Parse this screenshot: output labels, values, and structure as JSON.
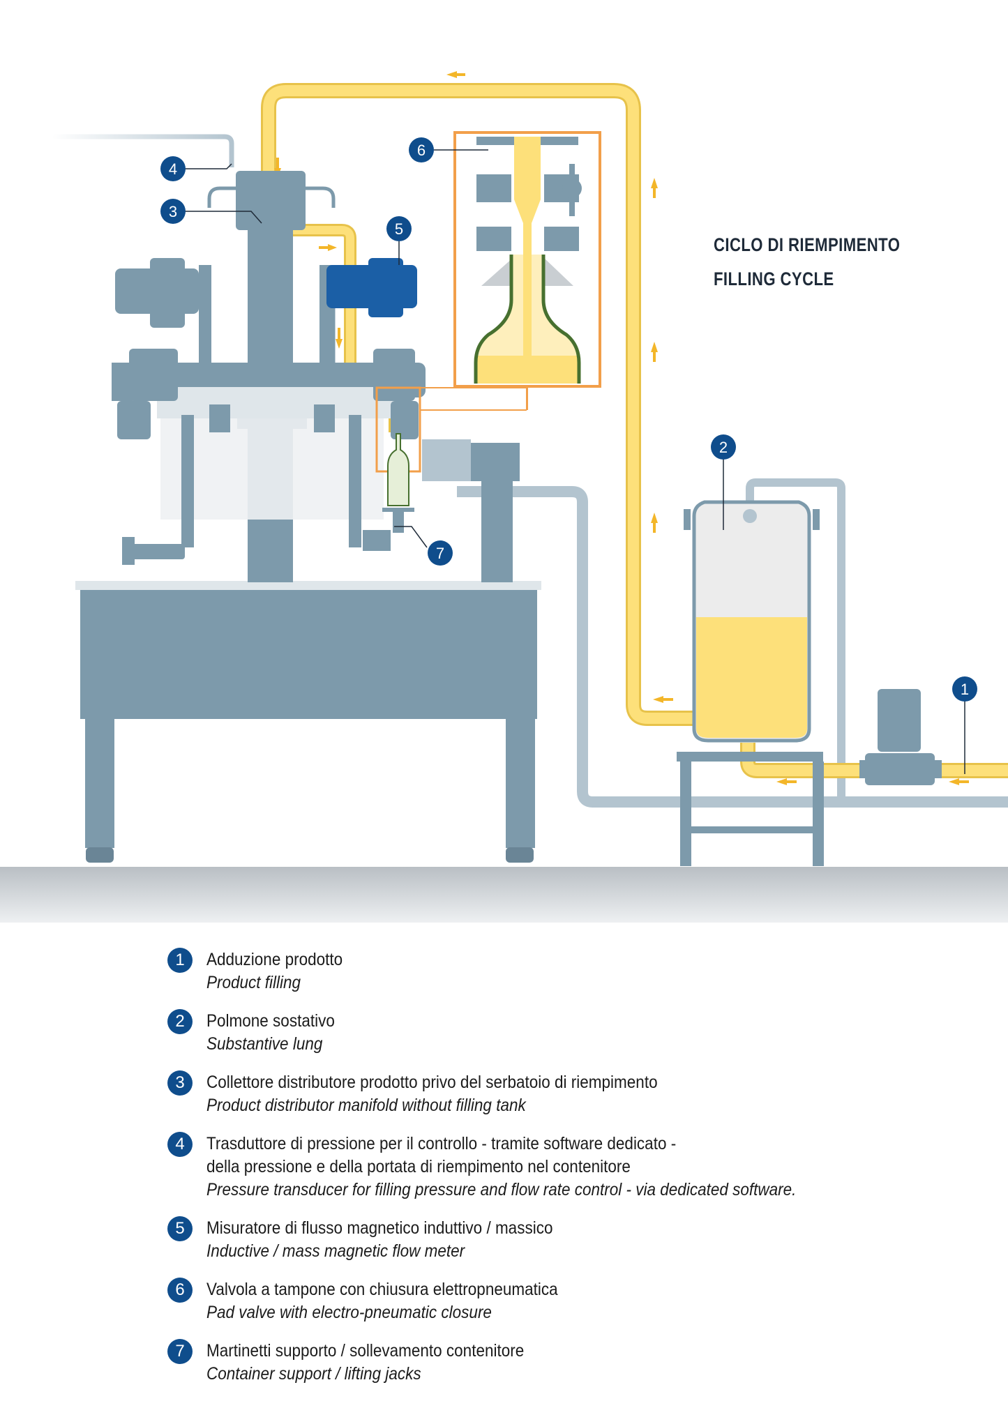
{
  "title": {
    "line1": "CICLO DI RIEMPIMENTO",
    "line2": "FILLING CYCLE"
  },
  "colors": {
    "machine": "#7d9aab",
    "pipe_gray": "#b3c4cf",
    "product": "#fde07a",
    "highlight": "#f29f4a",
    "badge": "#0f4d8c",
    "flow_meter": "#1b5fa6",
    "floor": "#c9ced2",
    "bottle": "#47702f"
  },
  "callouts": [
    "1",
    "2",
    "3",
    "4",
    "5",
    "6",
    "7"
  ],
  "legend": [
    {
      "num": "1",
      "it": "Adduzione prodotto",
      "en": "Product filling"
    },
    {
      "num": "2",
      "it": "Polmone sostativo",
      "en": "Substantive lung"
    },
    {
      "num": "3",
      "it": "Collettore distributore prodotto privo del serbatoio di riempimento",
      "en": "Product distributor manifold without filling tank"
    },
    {
      "num": "4",
      "it": "Trasduttore di pressione per il controllo - tramite software dedicato -",
      "it2": "della pressione e della portata di riempimento nel contenitore",
      "en": "Pressure transducer for filling pressure and flow rate control - via dedicated software."
    },
    {
      "num": "5",
      "it": "Misuratore di flusso magnetico induttivo / massico",
      "en": "Inductive / mass magnetic flow meter"
    },
    {
      "num": "6",
      "it": "Valvola a tampone con chiusura elettropneumatica",
      "en": "Pad valve with electro-pneumatic closure"
    },
    {
      "num": "7",
      "it": "Martinetti supporto / sollevamento contenitore",
      "en": "Container support / lifting jacks"
    }
  ]
}
